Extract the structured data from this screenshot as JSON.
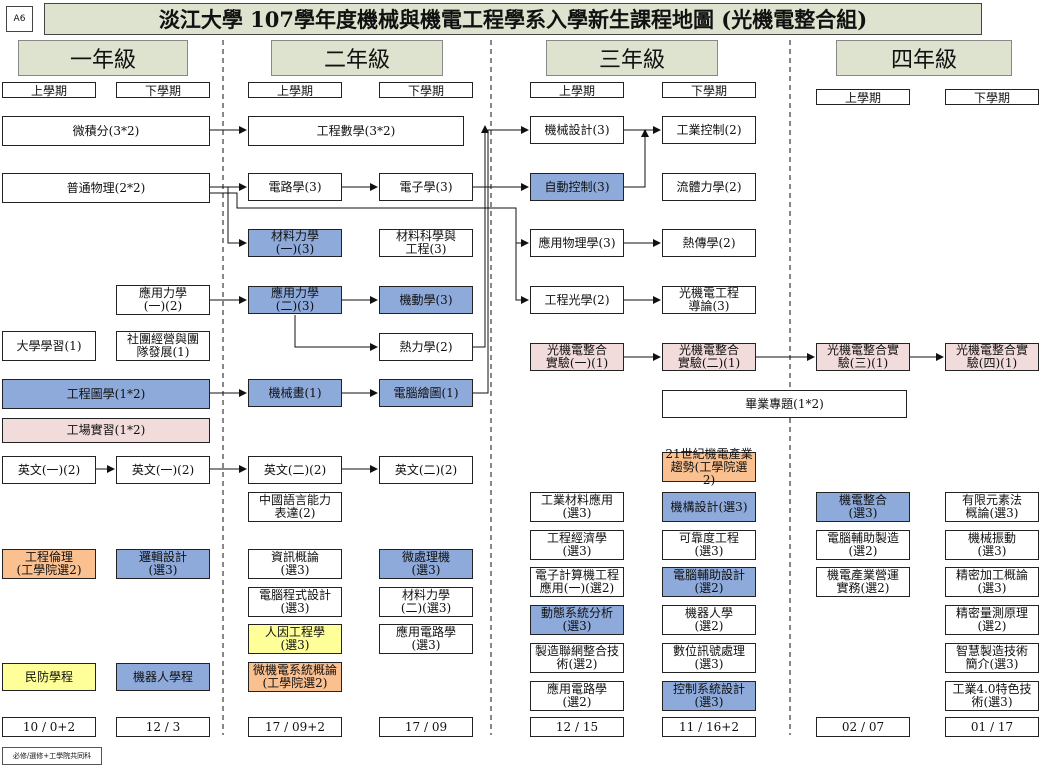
{
  "tag": "A6",
  "title": "淡江大學 107學年度機械與機電工程學系入學新生課程地圖 (光機電整合組)",
  "years": [
    "一年級",
    "二年級",
    "三年級",
    "四年級"
  ],
  "semesters": {
    "upper": "上學期",
    "lower": "下學期"
  },
  "courses": {
    "calculus": "微積分(3*2)",
    "eng_math": "工程數學(3*2)",
    "physics": "普通物理(2*2)",
    "circuits": "電路學(3)",
    "electronics": "電子學(3)",
    "mech_materials": "材料力學\n(一)(3)",
    "material_sci": "材料科學與\n工程(3)",
    "applied_mech1": "應用力學\n(一)(2)",
    "applied_mech2": "應用力學\n(二)(3)",
    "dynamics": "機動學(3)",
    "thermo": "熱力學(2)",
    "uni_learning": "大學學習(1)",
    "club": "社團經營與團\n隊發展(1)",
    "eng_drawing": "工程圖學(1*2)",
    "mech_drawing": "機械畫(1)",
    "cad_drawing": "電腦繪圖(1)",
    "workshop": "工場實習(1*2)",
    "eng1a": "英文(一)(2)",
    "eng1b": "英文(一)(2)",
    "eng2a": "英文(二)(2)",
    "eng2b": "英文(二)(2)",
    "chinese": "中國語言能力\n表達(2)",
    "mech_design": "機械設計(3)",
    "industrial_ctrl": "工業控制(2)",
    "auto_ctrl": "自動控制(3)",
    "fluid": "流體力學(2)",
    "applied_physics": "應用物理學(3)",
    "heat_transfer": "熱傳學(2)",
    "eng_optics": "工程光學(2)",
    "optomech_intro": "光機電工程\n導論(3)",
    "lab1": "光機電整合\n實驗(一)(1)",
    "lab2": "光機電整合\n實驗(二)(1)",
    "lab3": "光機電整合實\n驗(三)(1)",
    "lab4": "光機電整合實\n驗(四)(1)",
    "capstone": "畢業專題(1*2)",
    "trend21": "21世紀機電產業\n趨勢(工學院選2)",
    "ethics": "工程倫理\n(工學院選2)",
    "logic": "邏輯設計\n(選3)",
    "info_intro": "資訊概論\n(選3)",
    "microproc": "微處理機\n(選3)",
    "programming": "電腦程式設計\n(選3)",
    "mech_materials2": "材料力學\n(二)(選3)",
    "human_factors": "人因工程學\n(選3)",
    "applied_circuits": "應用電路學\n(選3)",
    "mems": "微機電系統概論\n(工學院選2)",
    "civil_defense": "民防學程",
    "robot_program": "機器人學程",
    "eng_mat_app": "工業材料應用\n(選3)",
    "mechanism_design": "機構設計(選3)",
    "eng_economics": "工程經濟學\n(選3)",
    "reliability": "可靠度工程\n(選3)",
    "computation": "電子計算機工程\n應用(一)(選2)",
    "cad_design": "電腦輔助設計\n(選2)",
    "dynamic_systems": "動態系統分析\n(選3)",
    "robotics": "機器人學\n(選2)",
    "iot": "製造聯網整合技\n術(選2)",
    "dsp": "數位訊號處理\n(選3)",
    "applied_circuits2": "應用電路學\n(選2)",
    "control_design": "控制系統設計\n(選3)",
    "mechatronics": "機電整合\n(選3)",
    "fem": "有限元素法\n概論(選3)",
    "cam": "電腦輔助製造\n(選2)",
    "vibration": "機械振動\n(選3)",
    "industry_mgmt": "機電產業營運\n實務(選2)",
    "precision_machining": "精密加工概論\n(選3)",
    "metrology": "精密量測原理\n(選2)",
    "smart_mfg": "智慧製造技術\n簡介(選3)",
    "industry40": "工業4.0特色技\n術(選3)"
  },
  "credits": [
    "10 / 0+2",
    "12 / 3",
    "17 / 09+2",
    "17 / 09",
    "12 / 15",
    "11 / 16+2",
    "02 / 07",
    "01 / 17"
  ],
  "note": "必修/選修+工學院共同科",
  "colors": {
    "title_bg": "#dde3cf",
    "blue": "#8eaadb",
    "pink": "#f2dcdb",
    "orange": "#fac090",
    "yellow": "#ffff99"
  }
}
